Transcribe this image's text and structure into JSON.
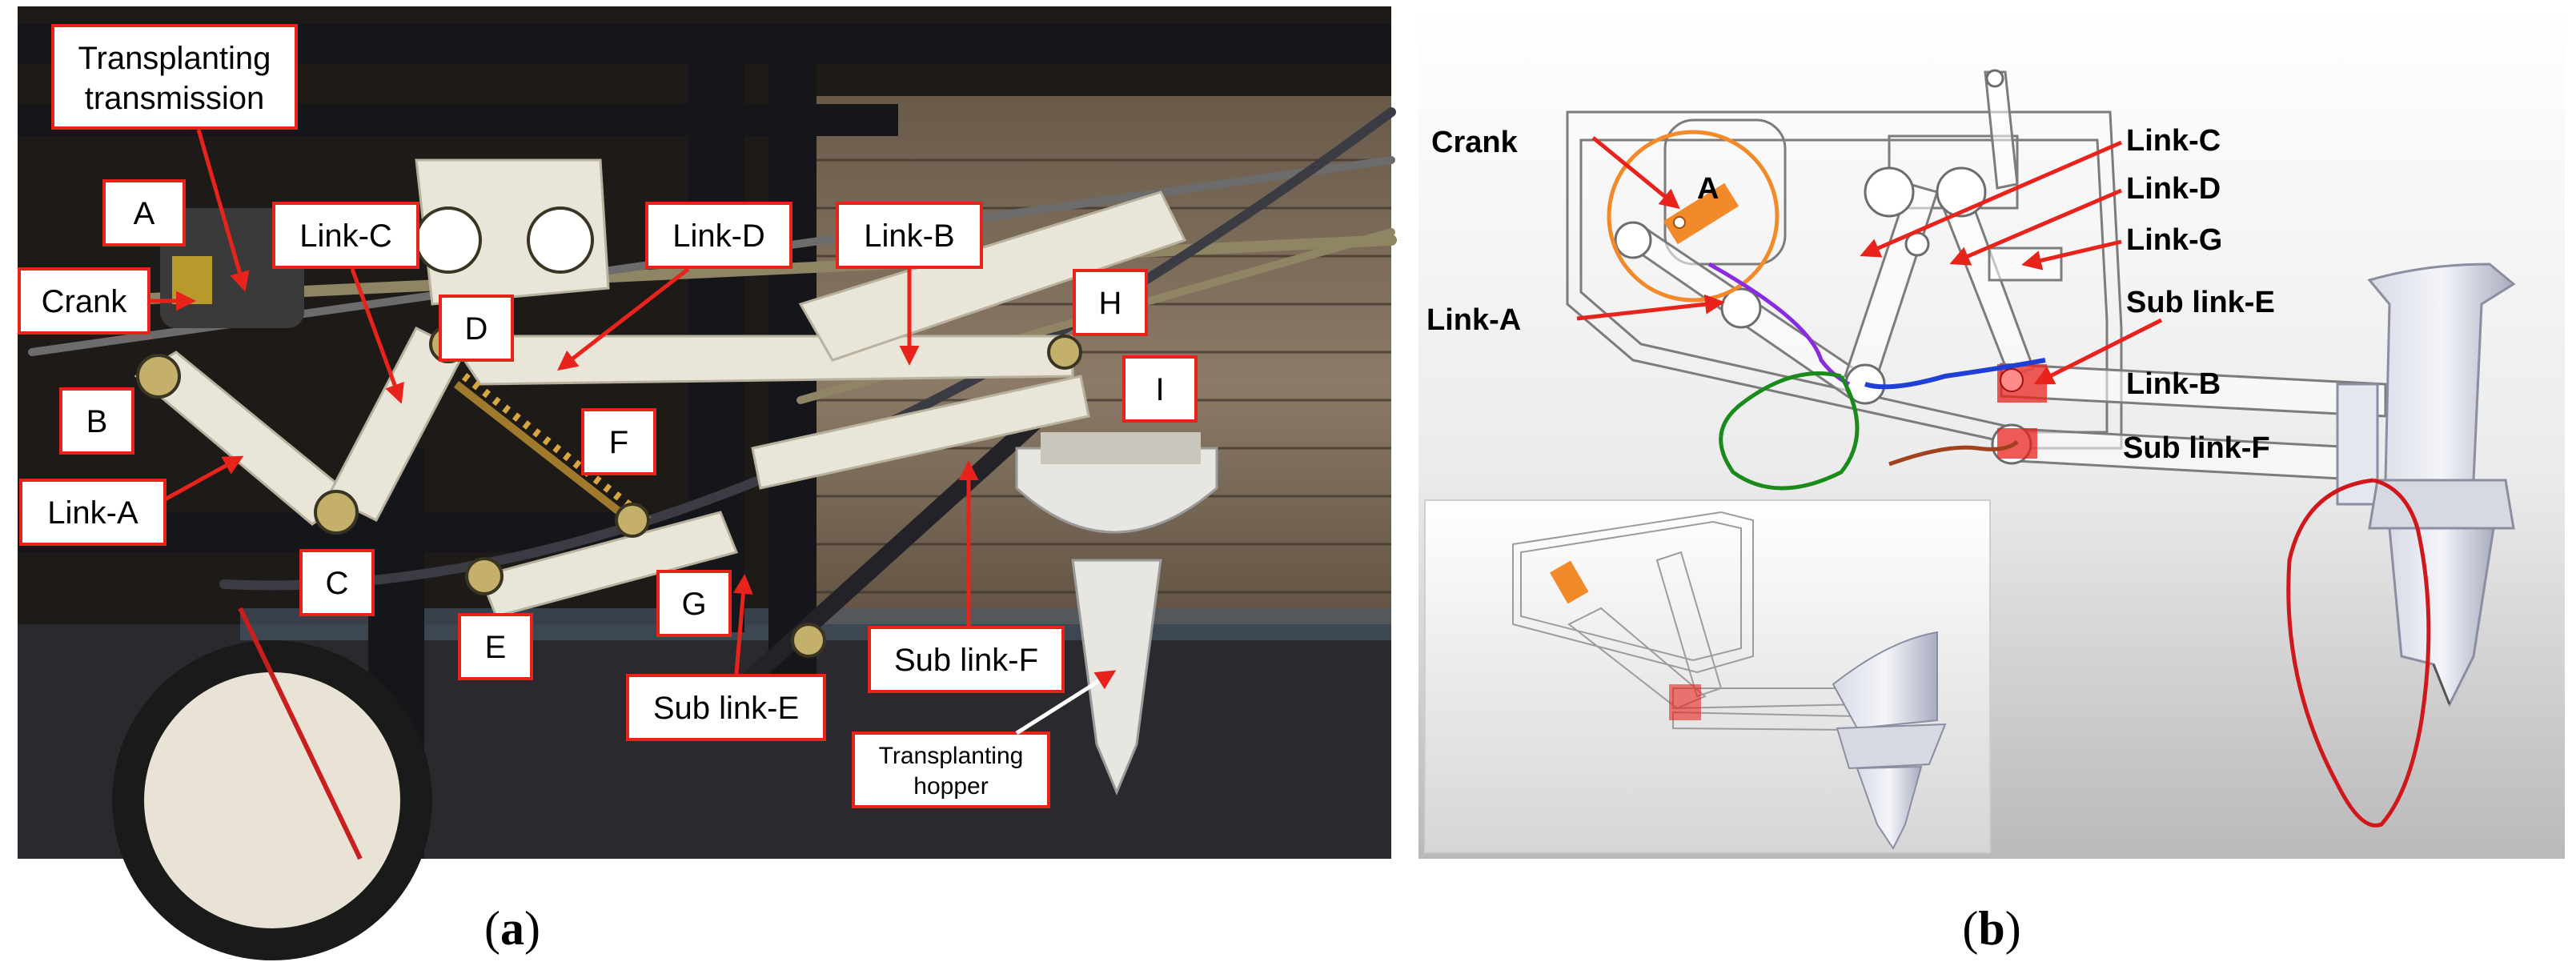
{
  "panel_a": {
    "caption_open": "(",
    "caption_letter": "a",
    "caption_close": ")",
    "labels": {
      "transplanting_transmission_1": "Transplanting",
      "transplanting_transmission_2": "transmission",
      "A": "A",
      "crank": "Crank",
      "link_c": "Link-C",
      "link_d": "Link-D",
      "link_b": "Link-B",
      "D": "D",
      "H": "H",
      "I": "I",
      "B": "B",
      "F": "F",
      "link_a": "Link-A",
      "C": "C",
      "G": "G",
      "E": "E",
      "sub_link_e": "Sub link-E",
      "sub_link_f": "Sub link-F",
      "transplanting_hopper_1": "Transplanting",
      "transplanting_hopper_2": "hopper"
    }
  },
  "panel_b": {
    "caption_open": "(",
    "caption_letter": "b",
    "caption_close": ")",
    "labels": {
      "crank": "Crank",
      "A": "A",
      "link_a": "Link-A",
      "link_c": "Link-C",
      "link_d": "Link-D",
      "link_g": "Link-G",
      "sub_link_e": "Sub link-E",
      "link_b": "Link-B",
      "sub_link_f": "Sub link-F"
    }
  },
  "colors": {
    "callout_border": "#e8231c",
    "arrow": "#e8231c",
    "crank_circle": "#f28a2a",
    "trajectory_purple": "#8a2be2",
    "trajectory_blue": "#1f3fd6",
    "trajectory_green": "#1a8a1a",
    "trajectory_brown": "#a0421e",
    "trajectory_red": "#d0181c"
  }
}
